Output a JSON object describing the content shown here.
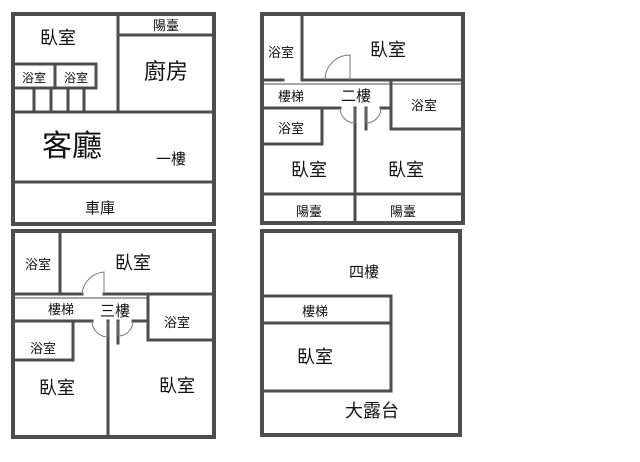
{
  "floor1": {
    "bedroom": "臥室",
    "balcony": "陽臺",
    "kitchen": "廚房",
    "bath1": "浴室",
    "bath2": "浴室",
    "living": "客廳",
    "floor_label": "一樓",
    "garage": "車庫"
  },
  "floor2": {
    "bath_top": "浴室",
    "bedroom_top": "臥室",
    "stairs": "樓梯",
    "floor_label": "二樓",
    "bath_right": "浴室",
    "bath_left": "浴室",
    "bedroom_left": "臥室",
    "bedroom_right": "臥室",
    "balcony_left": "陽臺",
    "balcony_right": "陽臺"
  },
  "floor3": {
    "bath_top": "浴室",
    "bedroom_top": "臥室",
    "stairs": "樓梯",
    "floor_label": "三樓",
    "bath_right": "浴室",
    "bath_left": "浴室",
    "bedroom_left": "臥室",
    "bedroom_right": "臥室"
  },
  "floor4": {
    "floor_label": "四樓",
    "stairs": "樓梯",
    "bedroom": "臥室",
    "terrace": "大露台"
  }
}
